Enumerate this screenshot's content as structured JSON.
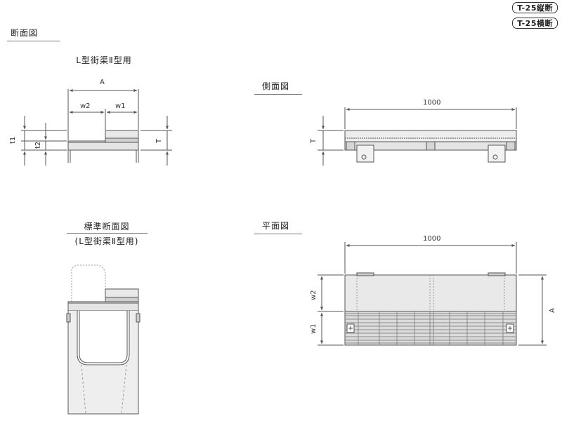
{
  "header": {
    "badge_longitudinal": "T-25縦断",
    "badge_transverse": "T-25横断",
    "section_label": "断面図"
  },
  "cross_section": {
    "title": "L型街渠Ⅱ型用",
    "dim_A": "A",
    "dim_w2": "w2",
    "dim_w1": "w1",
    "dim_t1": "t1",
    "dim_t2": "t2",
    "dim_T": "T"
  },
  "side_view": {
    "label": "側面図",
    "dim_length": "1000",
    "dim_T": "T"
  },
  "standard_section": {
    "title_line1": "標準断面図",
    "title_line2": "(L型街渠Ⅱ型用)"
  },
  "plan_view": {
    "label": "平面図",
    "dim_length": "1000",
    "dim_w2": "w2",
    "dim_w1": "w1",
    "dim_A": "A"
  },
  "colors": {
    "line": "#555555",
    "fill_light": "#e4e4e4",
    "fill_mid": "#cfcfcf",
    "grating": "#8a8a8a"
  }
}
